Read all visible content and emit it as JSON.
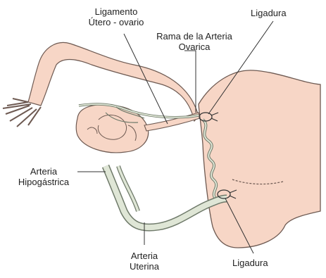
{
  "labels": {
    "ligamento": [
      "Ligamento",
      "Útero - ovario"
    ],
    "ligadura_top": "Ligadura",
    "rama": [
      "Rama de la Arteria",
      "Ovarica"
    ],
    "hipogastrica": [
      "Arteria",
      "Hipogástrica"
    ],
    "uterina": [
      "Arteria",
      "Uterina"
    ],
    "ligadura_bottom": "Ligadura"
  },
  "colors": {
    "tissue_fill": "#f7d6c6",
    "tissue_stroke": "#6e5a52",
    "vessel_fill": "#dfe6d6",
    "vessel_stroke": "#6f7a6a",
    "leader_line": "#333333"
  }
}
